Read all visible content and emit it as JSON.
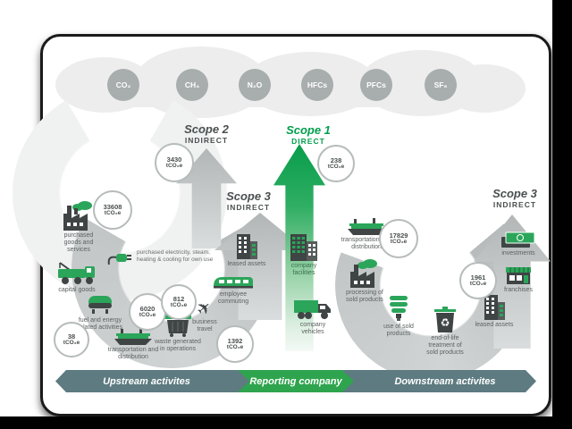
{
  "gases": [
    "CO₂",
    "CH₄",
    "N₂O",
    "HFCs",
    "PFCs",
    "SF₆"
  ],
  "scopes": {
    "scope2": {
      "title": "Scope 2",
      "subtitle": "INDIRECT",
      "value": "3430",
      "unit": "tCO₂e"
    },
    "scope1": {
      "title": "Scope 1",
      "subtitle": "DIRECT",
      "value": "238",
      "unit": "tCO₂e"
    },
    "scope3_left": {
      "title": "Scope 3",
      "subtitle": "INDIRECT"
    },
    "scope3_right": {
      "title": "Scope 3",
      "subtitle": "INDIRECT"
    }
  },
  "upstream": {
    "note": "purchased electricity, steam, heating & cooling for own use",
    "items": [
      {
        "label": "purchased goods and services",
        "value": "33608",
        "unit": "tCO₂e"
      },
      {
        "label": "capital goods"
      },
      {
        "label": "fuel and energy related activities",
        "value": "38",
        "unit": "tCO₂e"
      },
      {
        "label": "transportation and distribution",
        "value": "6020",
        "unit": "tCO₂e"
      },
      {
        "label": "waste generated in operations",
        "value": "812",
        "unit": "tCO₂e"
      },
      {
        "label": "business travel",
        "value": "1392",
        "unit": "tCO₂e"
      },
      {
        "label": "employee commuting"
      },
      {
        "label": "leased assets"
      }
    ]
  },
  "company": {
    "items": [
      {
        "label": "company facilities"
      },
      {
        "label": "company vehicles"
      }
    ]
  },
  "downstream": {
    "items": [
      {
        "label": "transportation and distribution",
        "value": "17829",
        "unit": "tCO₂e"
      },
      {
        "label": "processing of sold products"
      },
      {
        "label": "use of sold products"
      },
      {
        "label": "end-of-life treatment of sold products"
      },
      {
        "label": "leased assets"
      },
      {
        "label": "franchises",
        "value": "1961",
        "unit": "tCO₂e"
      },
      {
        "label": "investments"
      }
    ]
  },
  "banner": {
    "upstream": "Upstream activites",
    "company": "Reporting company",
    "downstream": "Downstream activites"
  },
  "colors": {
    "green": "#089d4b",
    "arrow_gray": "#c2c6c6",
    "banner_slate": "#5d7b81",
    "gas_circle": "#a8adad"
  }
}
